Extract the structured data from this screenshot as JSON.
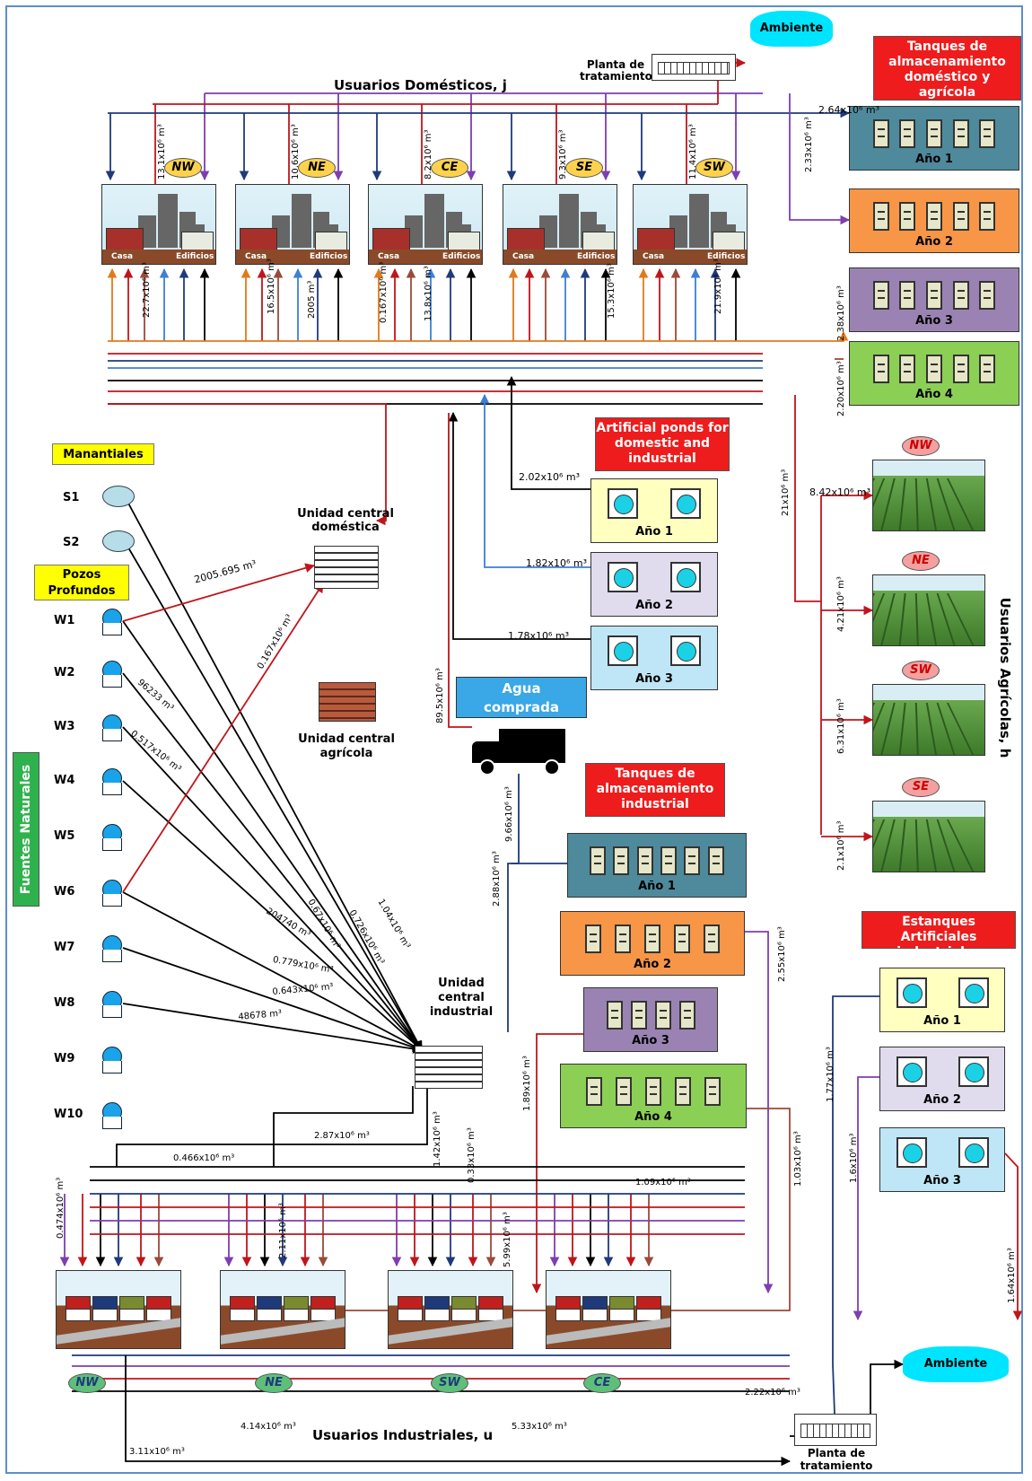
{
  "colors": {
    "frame": "#5b8fc9",
    "red_head": "#ee1c1c",
    "navy": "#1f3a7a",
    "red": "#c0151b",
    "purple": "#7d3fb0",
    "orange": "#e07a1a",
    "black": "#000000",
    "blue": "#3d7fd4",
    "brown": "#9a4a3a",
    "ambiente": "#00e5ff"
  },
  "top": {
    "ambiente": "Ambiente",
    "planta": "Planta de tratamiento",
    "usuarios_domesticos": "Usuarios Domésticos, j",
    "tanques_head": "Tanques de almacenamiento doméstico y agrícola"
  },
  "domestic_zones": [
    {
      "code": "NW",
      "flow": "13.1x10⁶ m³",
      "casa": "Casa",
      "edif": "Edificios"
    },
    {
      "code": "NE",
      "flow": "10.6x10⁶ m³",
      "casa": "Casa",
      "edif": "Edificios"
    },
    {
      "code": "CE",
      "flow": "8.2x10⁶ m³",
      "casa": "Casa",
      "edif": "Edificios"
    },
    {
      "code": "SE",
      "flow": "9.3x10⁶ m³",
      "casa": "Casa",
      "edif": "Edificios"
    },
    {
      "code": "SW",
      "flow": "11.4x10⁶ m³",
      "casa": "Casa",
      "edif": "Edificios"
    }
  ],
  "domestic_bottom_flows": [
    "22.7x10⁶ m³",
    "16.5x10⁶ m³",
    "2005 m³",
    "0.167x10⁶ m³",
    "13.8x10⁶ m³",
    "15.3x10⁶ m³",
    "21.9x10⁶ m³"
  ],
  "dom_tanks": [
    {
      "label": "Año 1",
      "color": "#4e8a9c",
      "flow": "2.64x10⁶ m³"
    },
    {
      "label": "Año 2",
      "color": "#f79646",
      "flow": "2.33x10⁶ m³"
    },
    {
      "label": "Año 3",
      "color": "#9a83b2",
      "flow": "2.38x10⁶ m³"
    },
    {
      "label": "Año 4",
      "color": "#8ccf55",
      "flow": "2.20x10⁶ m³"
    }
  ],
  "artificial_ponds": {
    "head": "Artificial ponds for domestic and industrial",
    "items": [
      {
        "label": "Año 1",
        "color": "#ffffc0",
        "flow": "2.02x10⁶ m³"
      },
      {
        "label": "Año 2",
        "color": "#e0dcee",
        "flow": "1.82x10⁶ m³"
      },
      {
        "label": "Año 3",
        "color": "#bfe6f6",
        "flow": "1.78x10⁶ m³"
      }
    ]
  },
  "agri": {
    "title": "Usuarios Agrícolas, h",
    "trunk_flow": "21x10⁶ m³",
    "fields": [
      {
        "code": "NW",
        "flow": "8.42x10⁶ m³"
      },
      {
        "code": "NE",
        "flow": "4.21x10⁶ m³"
      },
      {
        "code": "SW",
        "flow": "6.31x10⁶ m³"
      },
      {
        "code": "SE",
        "flow": "2.1x10⁶ m³"
      }
    ]
  },
  "sources": {
    "manantiales": "Manantiales",
    "pozos": "Pozos Profundos",
    "fuentes": "Fuentes Naturales",
    "springs": [
      "S1",
      "S2"
    ],
    "wells": [
      "W1",
      "W2",
      "W3",
      "W4",
      "W5",
      "W6",
      "W7",
      "W8",
      "W9",
      "W10"
    ]
  },
  "units": {
    "central_dom": "Unidad central doméstica",
    "central_agri": "Unidad central agrícola",
    "central_ind": "Unidad central industrial",
    "agua_comprada": "Agua comprada"
  },
  "source_flows": {
    "w1_dom": "2005.695 m³",
    "w6_dom": "0.167x10⁶ m³",
    "w2": "96233 m³",
    "w3": "0.517x10⁶ m³",
    "s1": "1.04x10⁶ m³",
    "s2": "0.726x10⁶ m³",
    "w4": "0.67x10⁶ m³",
    "w6": "204740 m³",
    "w7": "0.779x10⁶ m³",
    "w8a": "0.643x10⁶ m³",
    "w8b": "48678 m³",
    "truck": "89.5x10⁶ m³",
    "truck_ind": "9.66x10⁶ m³"
  },
  "ind_tanks": {
    "head": "Tanques de almacenamiento industrial",
    "items": [
      {
        "label": "Año 1",
        "color": "#4e8a9c",
        "n": 6,
        "flow": "2.88x10⁶ m³"
      },
      {
        "label": "Año 2",
        "color": "#f79646",
        "n": 5,
        "flow": "2.55x10⁶ m³"
      },
      {
        "label": "Año 3",
        "color": "#9a83b2",
        "n": 4,
        "flow": "1.89x10⁶ m³"
      },
      {
        "label": "Año 4",
        "color": "#8ccf55",
        "n": 5,
        "flow": "1.03x10⁶ m³"
      }
    ]
  },
  "ind_ponds": {
    "head": "Estanques Artificiales industriales",
    "items": [
      {
        "label": "Año 1",
        "color": "#ffffc0",
        "flow": "1.77x10⁶ m³"
      },
      {
        "label": "Año 2",
        "color": "#e0dcee",
        "flow": "1.6x10⁶ m³"
      },
      {
        "label": "Año 3",
        "color": "#bfe6f6",
        "flow": "1.64x10⁶ m³"
      }
    ]
  },
  "ind_flows": {
    "a": "2.87x10⁶ m³",
    "b": "0.466x10⁶ m³",
    "c": "1.42x10⁶ m³",
    "d": "0.33x10⁶ m³",
    "e": "1.09x10⁶ m³",
    "f": "0.474x10⁶ m³",
    "g": "2.11x10⁶ m³",
    "h": "5.99x10⁶ m³",
    "i": "2.22x10⁶ m³",
    "j": "3.11x10⁶ m³",
    "k": "4.14x10⁶ m³",
    "l": "5.33x10⁶ m³"
  },
  "industrial_zones": [
    "NW",
    "NE",
    "SW",
    "CE"
  ],
  "bottom": {
    "usuarios_industriales": "Usuarios Industriales, u",
    "planta": "Planta de tratamiento",
    "ambiente": "Ambiente"
  }
}
